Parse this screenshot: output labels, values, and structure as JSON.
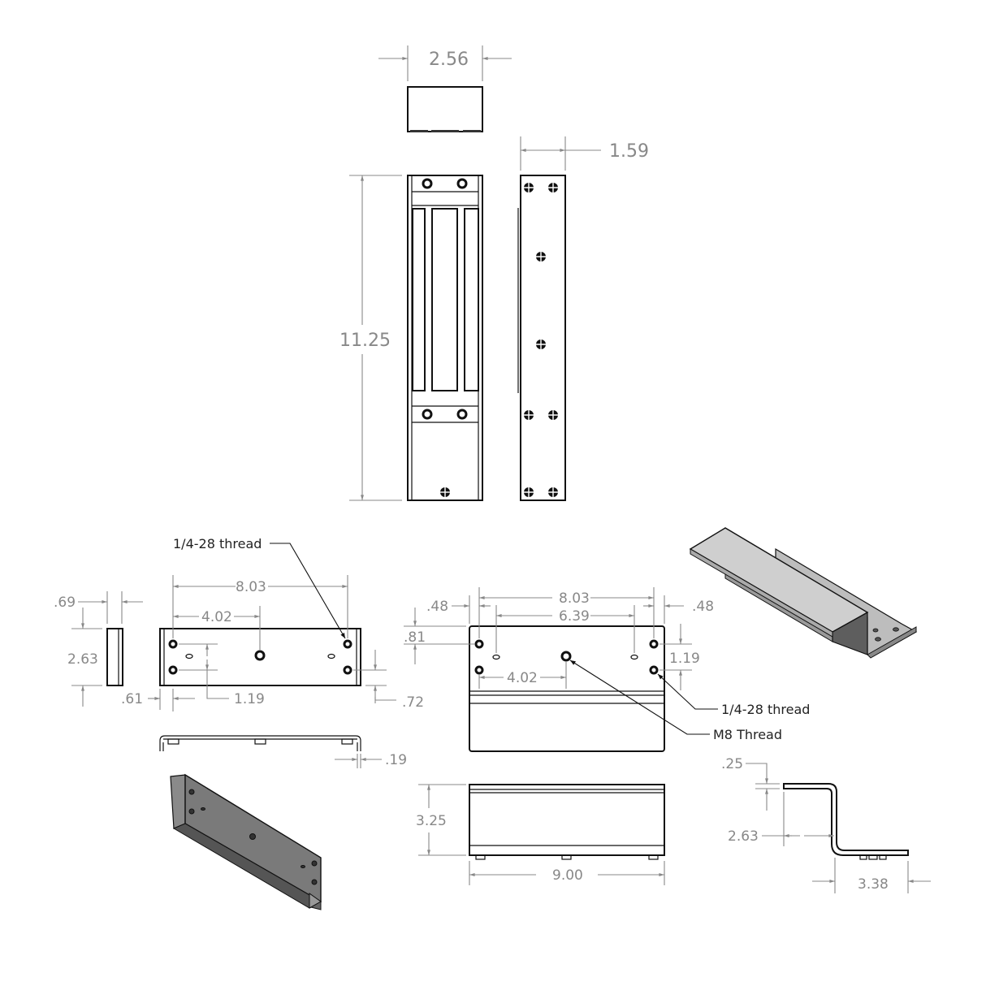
{
  "drawing": {
    "units": "in",
    "views": {
      "magnet_top": {
        "width_dim": "2.56"
      },
      "magnet_front": {
        "height_dim": "11.25"
      },
      "magnet_side": {
        "depth_dim": "1.59"
      },
      "lbracket_side": {
        "thickness_dim": ".69",
        "height_dim": "2.63",
        "edge_dim": ".61"
      },
      "lbracket_front": {
        "hole_span_dim": "8.03",
        "center_hole_dim": "4.02",
        "hole_pitch_dim": "1.19",
        "bottom_edge_dim": ".72",
        "callout": "1/4-28 thread"
      },
      "lbracket_top": {
        "flange_dim": ".19"
      },
      "zbracket_front": {
        "hole_span_dim": "8.03",
        "slot_span_dim": "6.39",
        "left_edge_dim": ".48",
        "right_edge_dim": ".48",
        "top_edge_dim": ".81",
        "center_hole_dim": "4.02",
        "hole_pitch_dim": "1.19",
        "callout_quarter": "1/4-28 thread",
        "callout_m8": "M8 Thread"
      },
      "zbracket_bottom": {
        "height_dim": "3.25",
        "length_dim": "9.00"
      },
      "zbracket_side": {
        "thickness_dim": ".25",
        "offset_dim": "2.63",
        "flange_dim": "3.38"
      }
    },
    "colors": {
      "object_line": "#111111",
      "dimension_line": "#888888",
      "iso_face_light": "#c9c9c9",
      "iso_face_dark": "#6e6e6e"
    }
  }
}
